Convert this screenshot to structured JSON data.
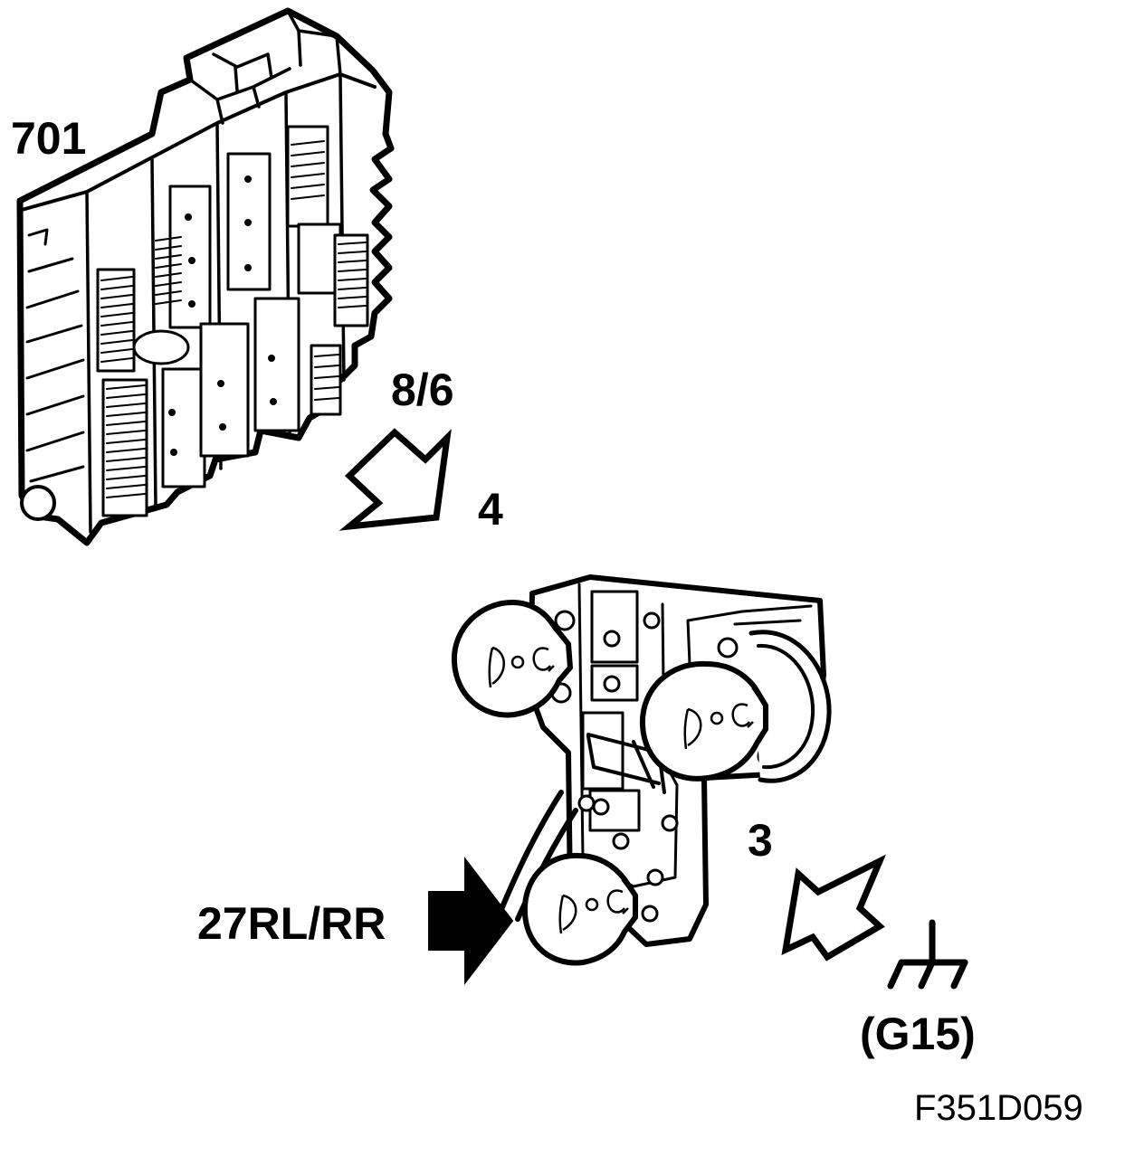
{
  "labels": {
    "control_unit": "701",
    "connector_ref": "8/6",
    "pin_to_unit": "4",
    "pin_from_ground": "3",
    "wiring_ref": "27RL/RR",
    "ground_point": "(G15)",
    "figure_id": "F351D059"
  },
  "bulb_marking": "D·C",
  "colors": {
    "stroke": "#000000",
    "fill": "#ffffff"
  }
}
